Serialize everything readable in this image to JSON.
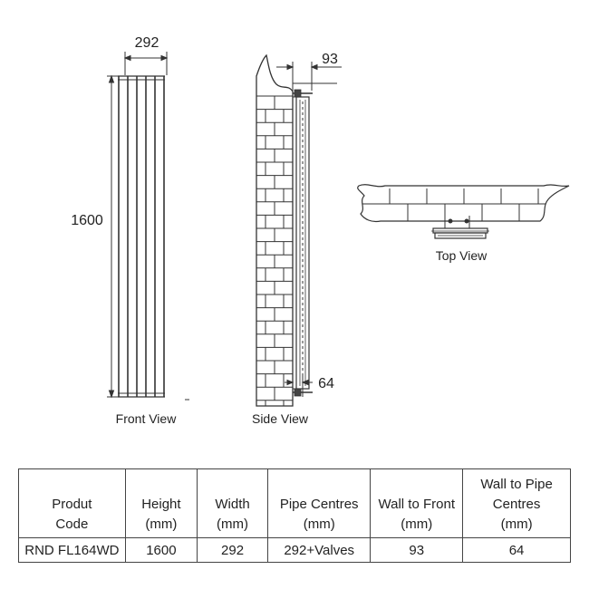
{
  "front_view": {
    "width_dim": "292",
    "height_dim": "1600",
    "caption": "Front View"
  },
  "side_view": {
    "wall_to_front_dim": "93",
    "wall_to_pipe_dim": "64",
    "caption": "Side View"
  },
  "top_view": {
    "caption": "Top View"
  },
  "spec_table": {
    "headers": [
      [
        "Produt",
        "Code"
      ],
      [
        "Height",
        "(mm)"
      ],
      [
        "Width",
        "(mm)"
      ],
      [
        "Pipe Centres",
        "(mm)"
      ],
      [
        "Wall to Front",
        "(mm)"
      ],
      [
        "Wall to Pipe",
        "Centres",
        "(mm)"
      ]
    ],
    "rows": [
      [
        "RND FL164WD",
        "1600",
        "292",
        "292+Valves",
        "93",
        "64"
      ]
    ]
  }
}
